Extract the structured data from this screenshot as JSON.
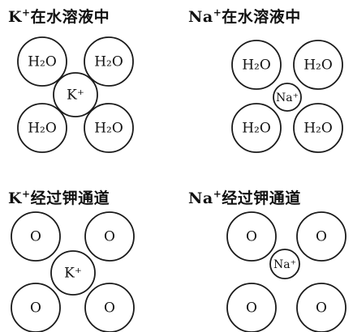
{
  "panels": [
    {
      "id": "k-water",
      "title_ion": "K",
      "title_charge": "+",
      "title_text": "在水溶液中",
      "outer_labels": [
        "H₂O",
        "H₂O",
        "H₂O",
        "H₂O"
      ],
      "center_label": "K⁺"
    },
    {
      "id": "na-water",
      "title_ion": "Na",
      "title_charge": "+",
      "title_text": "在水溶液中",
      "outer_labels": [
        "H₂O",
        "H₂O",
        "H₂O",
        "H₂O"
      ],
      "center_label": "Na⁺"
    },
    {
      "id": "k-channel",
      "title_ion": "K",
      "title_charge": "+",
      "title_text": "经过钾通道",
      "outer_labels": [
        "O",
        "O",
        "O",
        "O"
      ],
      "center_label": "K⁺"
    },
    {
      "id": "na-channel",
      "title_ion": "Na",
      "title_charge": "+",
      "title_text": "经过钾通道",
      "outer_labels": [
        "O",
        "O",
        "O",
        "O"
      ],
      "center_label": "Na⁺"
    }
  ]
}
